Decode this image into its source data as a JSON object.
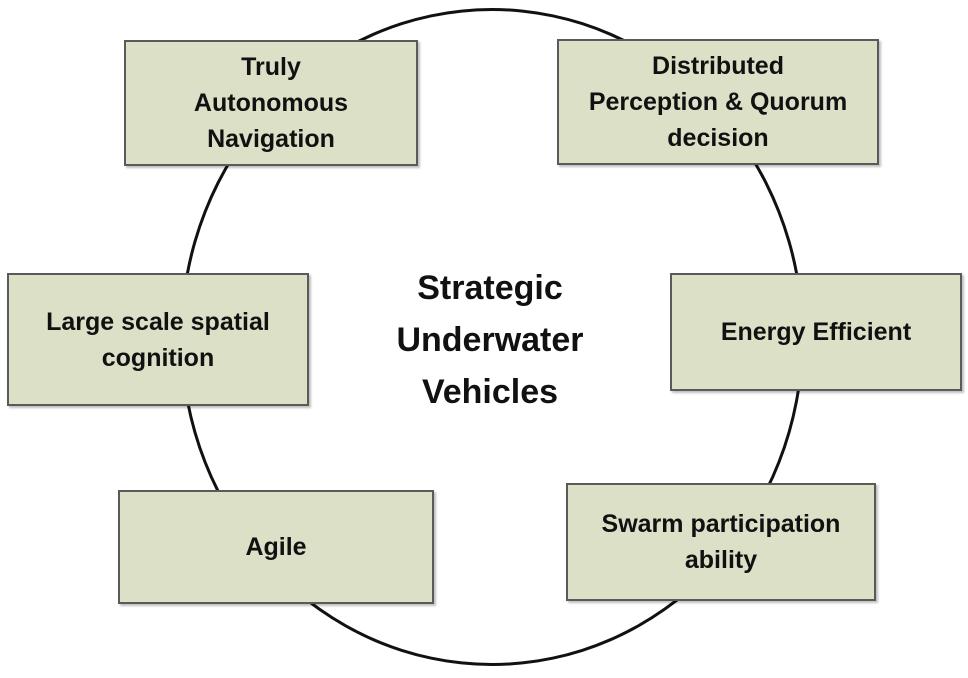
{
  "diagram": {
    "center_title": "Strategic Underwater Vehicles",
    "colors": {
      "box_fill": "#dbe0c6",
      "box_border": "#5a5a5a",
      "ring": "#111111",
      "text": "#111111"
    },
    "boxes": [
      {
        "id": "truly-autonomous-navigation",
        "label": "Truly Autonomous Navigation"
      },
      {
        "id": "distributed-perception",
        "label": "Distributed Perception & Quorum decision"
      },
      {
        "id": "large-scale-spatial-cognition",
        "label": "Large scale spatial cognition"
      },
      {
        "id": "energy-efficient",
        "label": "Energy Efficient"
      },
      {
        "id": "agile",
        "label": "Agile"
      },
      {
        "id": "swarm-participation",
        "label": "Swarm participation ability"
      }
    ]
  }
}
